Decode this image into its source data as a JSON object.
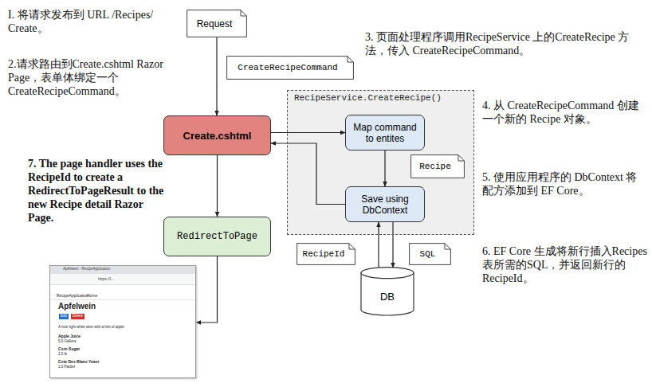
{
  "diagram": {
    "nodes": [
      {
        "text": [
          "Request"
        ]
      },
      {
        "text": [
          "CreateRecipeCommand"
        ]
      },
      {
        "text": [
          "Create.cshtml"
        ]
      },
      {
        "text": [
          "RecipeService.CreateRecipe()"
        ]
      },
      {
        "text": [
          "Map command to entites"
        ],
        "in": 3
      },
      {
        "text": [
          "Recipe"
        ],
        "in": 3
      },
      {
        "text": [
          "Save using DbContext"
        ],
        "in": 3
      },
      {
        "text": [
          "RedirectToPage"
        ]
      },
      {
        "text": [
          "RecipeId"
        ]
      },
      {
        "text": [
          "SQL"
        ]
      },
      {
        "text": [
          "DB"
        ]
      },
      {
        "text": [
          "Apfelwein - RecipeApplication",
          "https://l...",
          "RecipeApplication",
          "Home",
          "Apfelwein",
          "Edit",
          "Delete",
          "A nice light white wine with a hint of apple",
          "Apple Juice",
          "5.0 Gallons",
          "Corn Sugar",
          "2.0 lb",
          "Cote Des Blanc Yeast",
          "1.0 Packet"
        ]
      }
    ],
    "edges": [
      {
        "from": 0,
        "to": 2,
        "arrow": "to"
      },
      {
        "from": 2,
        "to": 7,
        "arrow": "to"
      },
      {
        "from": 2,
        "to": 4,
        "arrow": "to"
      },
      {
        "from": 4,
        "to": 6,
        "arrow": "to"
      },
      {
        "from": 6,
        "to": 2,
        "arrow": "to"
      },
      {
        "from": 6,
        "to": 10,
        "arrow": "to"
      },
      {
        "from": 10,
        "to": 6,
        "arrow": "to"
      },
      {
        "from": 7,
        "to": 11,
        "arrow": "to"
      }
    ],
    "labels": [
      "I. 将请求发布到 URL /Recipes/ Create。",
      "2.请求路由到Create.cshtml Razor Page，表单体绑定一个 CreateRecipeCommand。",
      "3. 页面处理程序调用RecipeService 上的CreateRecipe 方法，传入 CreateRecipeCommand。",
      "4. 从 CreateRecipeCommand 创建一个新的 Recipe 对象。",
      "5. 使用应用程序的 DbContext 将配方添加到 EF Core。",
      "6. EF Core 生成将新行插入Recipes 表所需的SQL，并返回新行的RecipeId。",
      "7. The page handler uses the RecipeId to create a RedirectToPageResult to the new Recipe detail Razor Page."
    ]
  }
}
